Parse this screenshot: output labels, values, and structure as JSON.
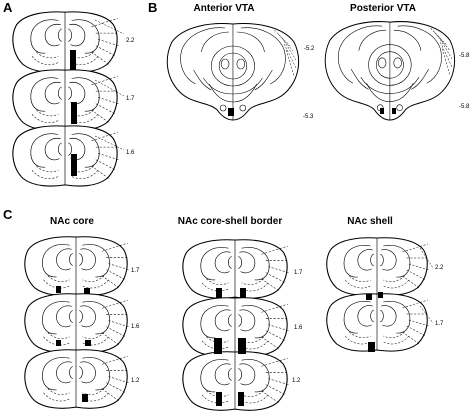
{
  "panels": {
    "a": {
      "letter": "A",
      "levels": [
        "2.2",
        "1.7",
        "1.6"
      ]
    },
    "b": {
      "letter": "B",
      "anterior_title": "Anterior VTA",
      "posterior_title": "Posterior VTA",
      "anterior_levels": [
        "-5.2",
        "-5.3"
      ],
      "posterior_levels": [
        "-5.8",
        "-5.8"
      ]
    },
    "c": {
      "letter": "C",
      "core_title": "NAc core",
      "border_title": "NAc core-shell border",
      "shell_title": "NAc shell",
      "core_levels": [
        "1.7",
        "1.6",
        "1.2"
      ],
      "border_levels": [
        "1.7",
        "1.6",
        "1.2"
      ],
      "shell_levels": [
        "2.2",
        "1.7"
      ]
    }
  },
  "colors": {
    "ink": "#000000",
    "background": "#ffffff"
  }
}
